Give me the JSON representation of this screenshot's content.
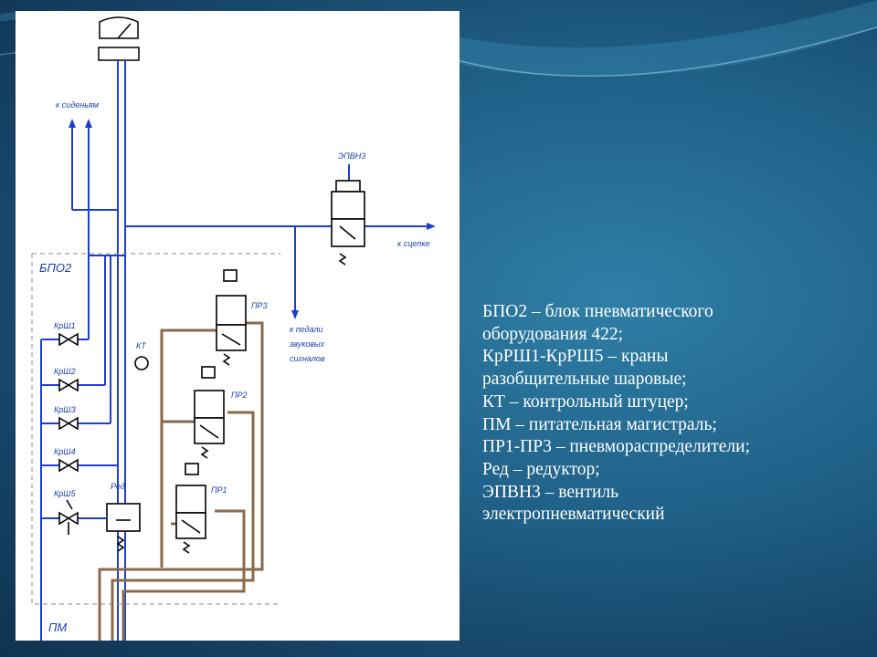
{
  "diagram": {
    "labels": {
      "seats": "к сиденьям",
      "epvn3": "ЭПВН3",
      "coupling": "к сцепке",
      "bpo2": "БПО2",
      "pr3": "ПР3",
      "pr2": "ПР2",
      "pr1": "ПР1",
      "kt": "КТ",
      "pedal_1": "к педали",
      "pedal_2": "звуковых",
      "pedal_3": "сигналов",
      "krsh1": "КрШ1",
      "krsh2": "КрШ2",
      "krsh3": "КрШ3",
      "krsh4": "КрШ4",
      "krsh5": "КрШ5",
      "red": "Ред",
      "pm": "ПМ"
    }
  },
  "legend": {
    "lines": [
      "БПО2 – блок пневматического",
      "оборудования 422;",
      "КрРШ1-КрРШ5 – краны",
      "разобщительные шаровые;",
      "КТ – контрольный штуцер;",
      "ПМ – питательная магистраль;",
      "ПР1-ПР3 – пневмораспределители;",
      "Ред – редуктор;",
      "ЭПВН3 – вентиль",
      "электропневматический"
    ]
  },
  "colors": {
    "blue_line": "#1d3fd0",
    "brown_line": "#8a6a4a",
    "black_line": "#000000",
    "legend_text": "#ffffff"
  }
}
